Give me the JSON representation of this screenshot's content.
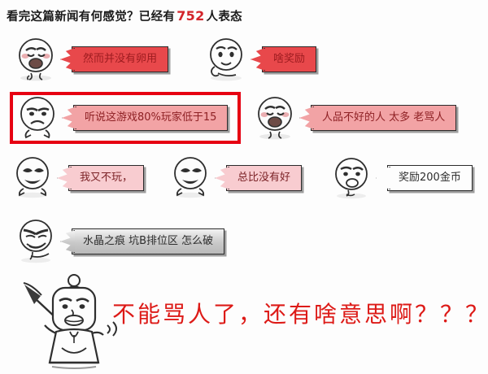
{
  "header": {
    "prefix": "看完这篇新闻有何感觉？已经有",
    "count": "752",
    "suffix": "人表态"
  },
  "comments": [
    {
      "id": "c0",
      "text": "然而并没有卵用",
      "tone": "strong",
      "face": "crying-face",
      "highlighted": false
    },
    {
      "id": "c1",
      "text": "啥奖励",
      "tone": "strong",
      "face": "worried-face",
      "highlighted": false
    },
    {
      "id": "c2",
      "text": "听说这游戏80%玩家低于15",
      "tone": "mid",
      "face": "frowning-face",
      "highlighted": true
    },
    {
      "id": "c3",
      "text": "人品不好的人 太多 老骂人",
      "tone": "mid",
      "face": "crying-face",
      "highlighted": false
    },
    {
      "id": "c4",
      "text": "我又不玩，",
      "tone": "light",
      "face": "grinning-face",
      "highlighted": false
    },
    {
      "id": "c5",
      "text": "总比没有好",
      "tone": "light",
      "face": "grinning-face",
      "highlighted": false
    },
    {
      "id": "c6",
      "text": "奖励200金币",
      "tone": "plain",
      "face": "talking-face",
      "highlighted": false
    },
    {
      "id": "c7",
      "text": "水晶之痕 坑B排位区 怎么破",
      "tone": "gray",
      "face": "smug-face",
      "highlighted": false
    }
  ],
  "hero": {
    "figure_name": "man-with-broom-figure",
    "punchline": "不能骂人了，还有啥意思啊？？？"
  },
  "colors": {
    "accent_red": "#dd1a17",
    "count_red": "#d3242a",
    "highlight_border": "#e60012",
    "bubble_strong": "#e8484b",
    "bubble_mid": "#f2a3a5",
    "bubble_light": "#f8ccd0",
    "bubble_gray": "#c9c9c9"
  }
}
